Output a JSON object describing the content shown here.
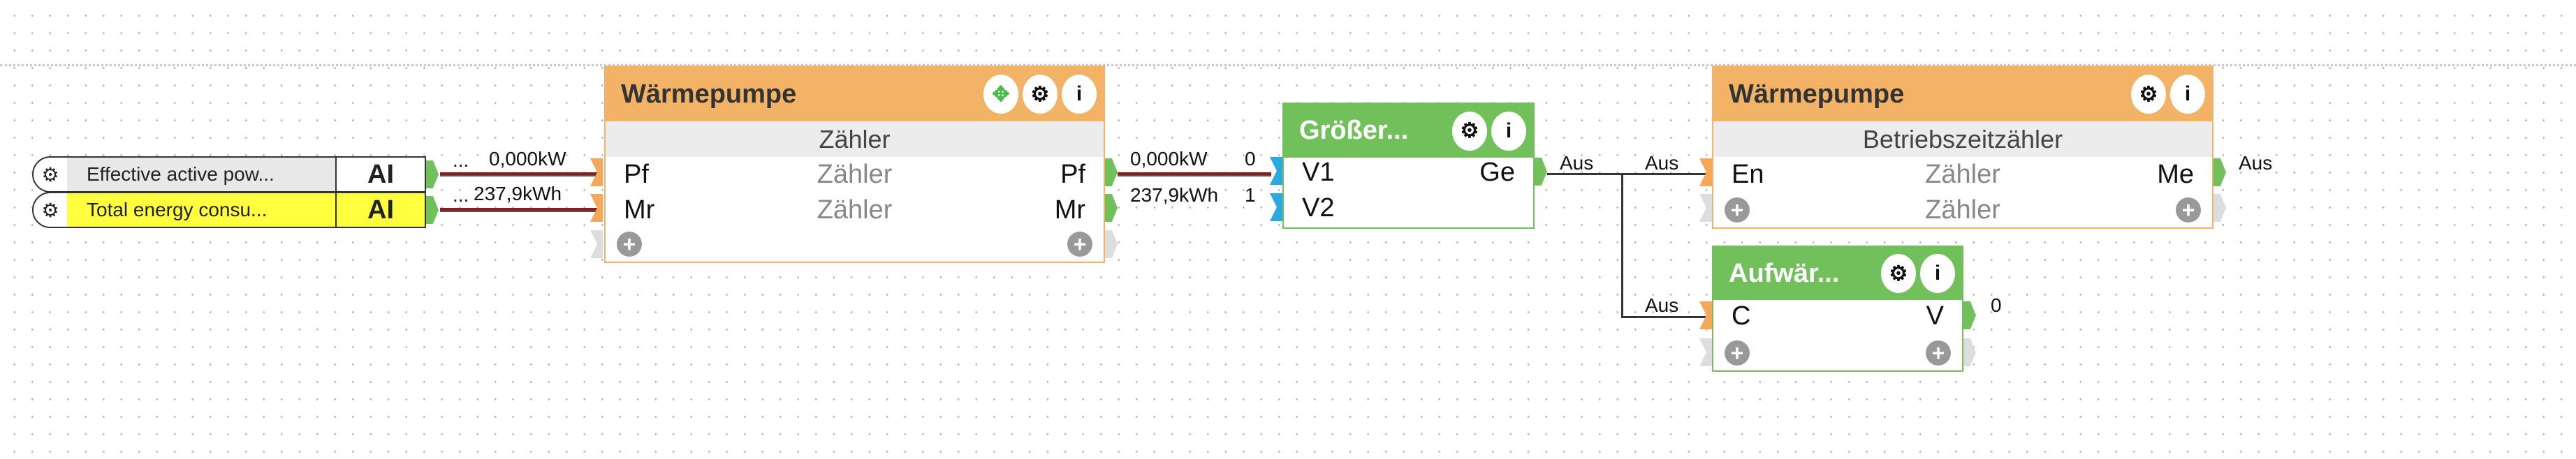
{
  "inputs": [
    {
      "label": "Effective active pow...",
      "type": "AI",
      "value": "0,000kW",
      "prefix": "...",
      "highlight": false
    },
    {
      "label": "Total energy consu...",
      "type": "AI",
      "value": "237,9kWh",
      "prefix": "...",
      "highlight": true
    }
  ],
  "block1": {
    "title": "Wärmepumpe",
    "subtitle": "Zähler",
    "rows": [
      {
        "in": "Pf",
        "mid": "Zähler",
        "out": "Pf"
      },
      {
        "in": "Mr",
        "mid": "Zähler",
        "out": "Mr"
      }
    ],
    "outputs": [
      "0,000kW",
      "237,9kWh"
    ]
  },
  "block2": {
    "title": "Größer...",
    "rows": [
      {
        "in": "V1",
        "out": "Ge",
        "in_index": "0"
      },
      {
        "in": "V2",
        "in_index": "1"
      }
    ],
    "output_label": "Aus"
  },
  "block3": {
    "title": "Wärmepumpe",
    "subtitle": "Betriebszeitzähler",
    "rows": [
      {
        "in": "En",
        "mid": "Zähler",
        "out": "Me"
      },
      {
        "mid": "Zähler"
      }
    ],
    "input_label": "Aus",
    "output_label": "Aus"
  },
  "block4": {
    "title": "Aufwär...",
    "rows": [
      {
        "in": "C",
        "out": "V"
      }
    ],
    "input_label": "Aus",
    "output_value": "0"
  },
  "icons": {
    "move": "✥",
    "gear": "⚙",
    "info": "i",
    "plus": "+"
  },
  "colors": {
    "orange": "#f2b366",
    "green": "#72c05b",
    "blue": "#29a9e0",
    "port_orange": "#f5a85a",
    "highlight": "#ffff40"
  }
}
